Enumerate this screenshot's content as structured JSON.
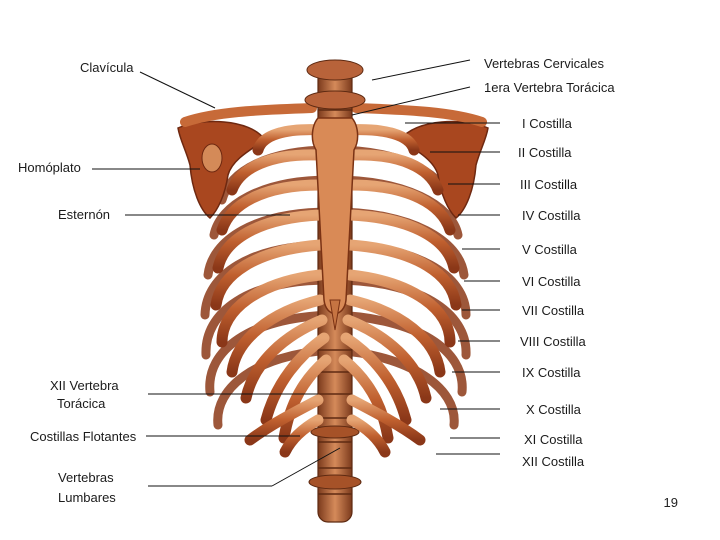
{
  "labels": {
    "clavicula": "Clavícula",
    "homoplato": "Homóplato",
    "esternon": "Esternón",
    "xii_vertebra_1": "XII Vertebra",
    "xii_vertebra_2": "Torácica",
    "costillas_flotantes": "Costillas Flotantes",
    "lumbares_1": "Vertebras",
    "lumbares_2": "Lumbares",
    "vertebras_cervicales": "Vertebras Cervicales",
    "primera_toracica": "1era Vertebra Torácica",
    "costilla_1": "I Costilla",
    "costilla_2": "II Costilla",
    "costilla_3": "III Costilla",
    "costilla_4": "IV Costilla",
    "costilla_5": "V Costilla",
    "costilla_6": "VI Costilla",
    "costilla_7": "VII Costilla",
    "costilla_8": "VIII Costilla",
    "costilla_9": "IX Costilla",
    "costilla_10": "X Costilla",
    "costilla_11": "XI Costilla",
    "costilla_12": "XII Costilla"
  },
  "page_number": "19",
  "colors": {
    "bone": "#b8562c",
    "bone_light": "#e0a070",
    "bone_dark": "#7a2e14",
    "leader": "#111111"
  }
}
